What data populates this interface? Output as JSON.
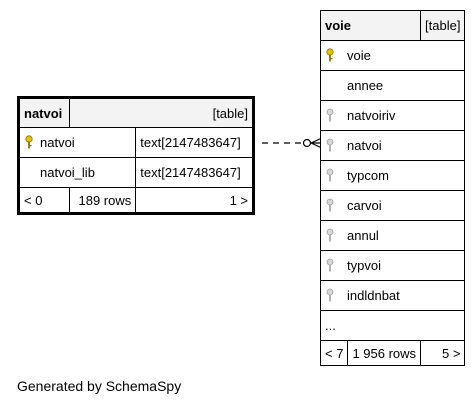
{
  "tables": {
    "natvoi": {
      "name": "natvoi",
      "type_label": "[table]",
      "columns": [
        {
          "name": "natvoi",
          "type": "text[2147483647]",
          "icon": "primary-key-icon"
        },
        {
          "name": "natvoi_lib",
          "type": "text[2147483647]",
          "icon": ""
        }
      ],
      "footer": {
        "parents": "< 0",
        "rows": "189 rows",
        "children": "1 >"
      }
    },
    "voie": {
      "name": "voie",
      "type_label": "[table]",
      "columns": [
        {
          "name": "voie",
          "icon": "primary-key-icon"
        },
        {
          "name": "annee",
          "icon": ""
        },
        {
          "name": "natvoiriv",
          "icon": "foreign-key-icon"
        },
        {
          "name": "natvoi",
          "icon": "foreign-key-icon"
        },
        {
          "name": "typcom",
          "icon": "foreign-key-icon"
        },
        {
          "name": "carvoi",
          "icon": "foreign-key-icon"
        },
        {
          "name": "annul",
          "icon": "foreign-key-icon"
        },
        {
          "name": "typvoi",
          "icon": "foreign-key-icon"
        },
        {
          "name": "indldnbat",
          "icon": "foreign-key-icon"
        }
      ],
      "ellipsis": "...",
      "footer": {
        "parents": "< 7",
        "rows": "1 956 rows",
        "children": "5 >"
      }
    }
  },
  "colors": {
    "primary_key": "#e6c200",
    "foreign_key": "#a0a0a0",
    "header_bg": "#f3f3f3"
  },
  "generated_by": "Generated by SchemaSpy"
}
